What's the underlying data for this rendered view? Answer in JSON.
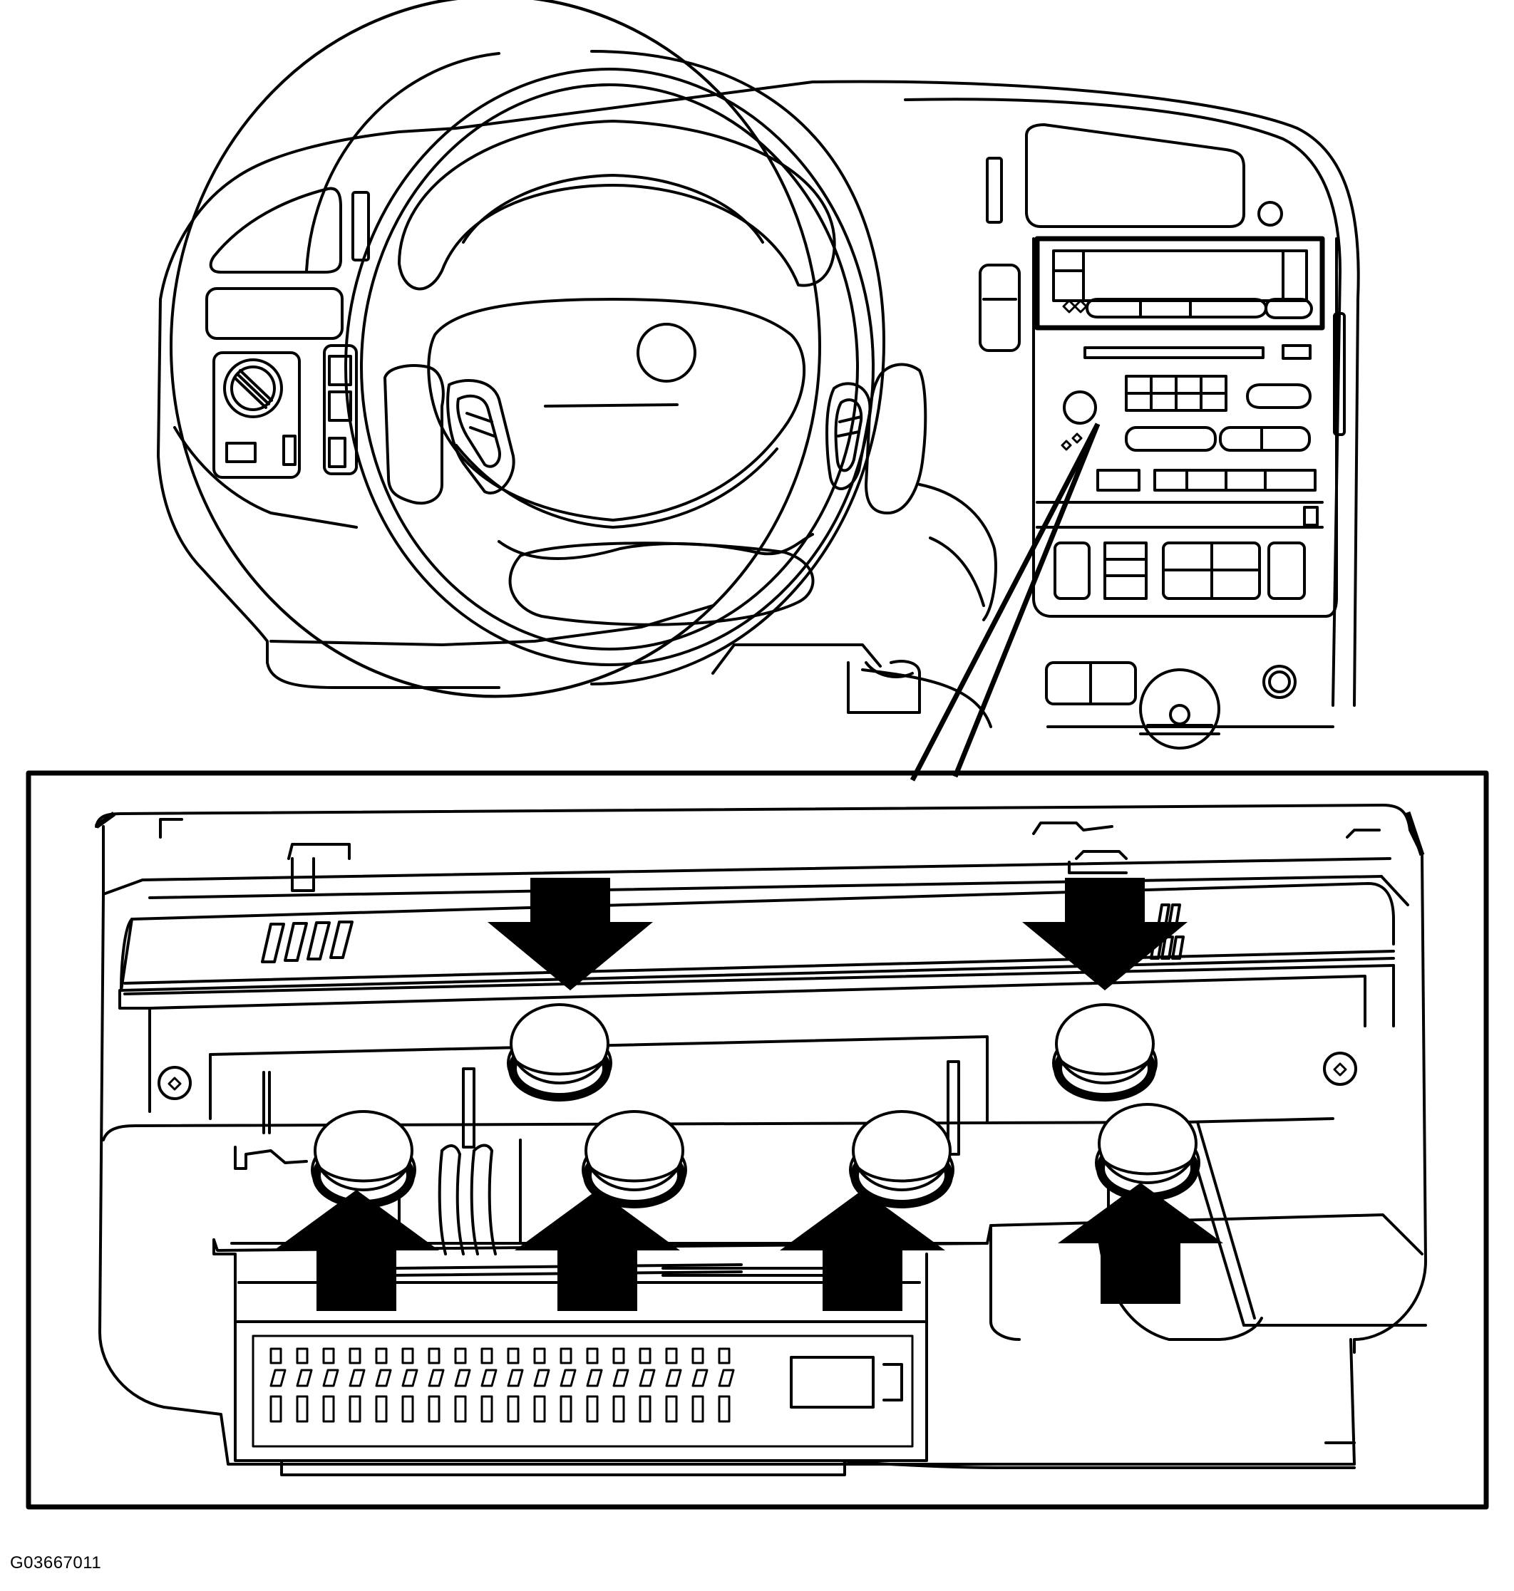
{
  "figure": {
    "code": "G03667011"
  },
  "colors": {
    "line": "#000000",
    "background": "#ffffff"
  },
  "callout": {
    "release_arrows_down": 2,
    "release_arrows_up": 4
  }
}
